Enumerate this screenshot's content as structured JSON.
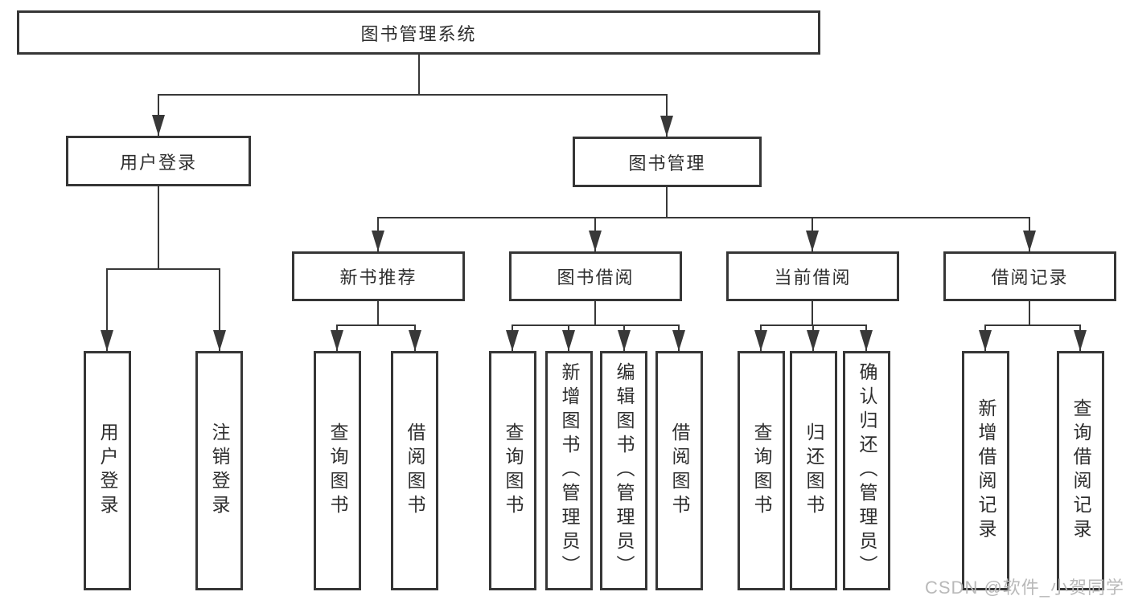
{
  "tree": {
    "label": "图书管理系统",
    "children": [
      {
        "label": "用户登录",
        "children": [
          {
            "label": "用户登录"
          },
          {
            "label": "注销登录"
          }
        ]
      },
      {
        "label": "图书管理",
        "children": [
          {
            "label": "新书推荐",
            "children": [
              {
                "label": "查询图书"
              },
              {
                "label": "借阅图书"
              }
            ]
          },
          {
            "label": "图书借阅",
            "children": [
              {
                "label": "查询图书"
              },
              {
                "label": "新增图书（管理员）"
              },
              {
                "label": "编辑图书（管理员）"
              },
              {
                "label": "借阅图书"
              }
            ]
          },
          {
            "label": "当前借阅",
            "children": [
              {
                "label": "查询图书"
              },
              {
                "label": "归还图书"
              },
              {
                "label": "确认归还（管理员）"
              }
            ]
          },
          {
            "label": "借阅记录",
            "children": [
              {
                "label": "新增借阅记录"
              },
              {
                "label": "查询借阅记录"
              }
            ]
          }
        ]
      }
    ]
  },
  "watermark": {
    "text": "CSDN @软件_小贺同学"
  },
  "colors": {
    "line": "#383838",
    "text": "#2e2e2e",
    "watermark": "#b9b9b9"
  }
}
